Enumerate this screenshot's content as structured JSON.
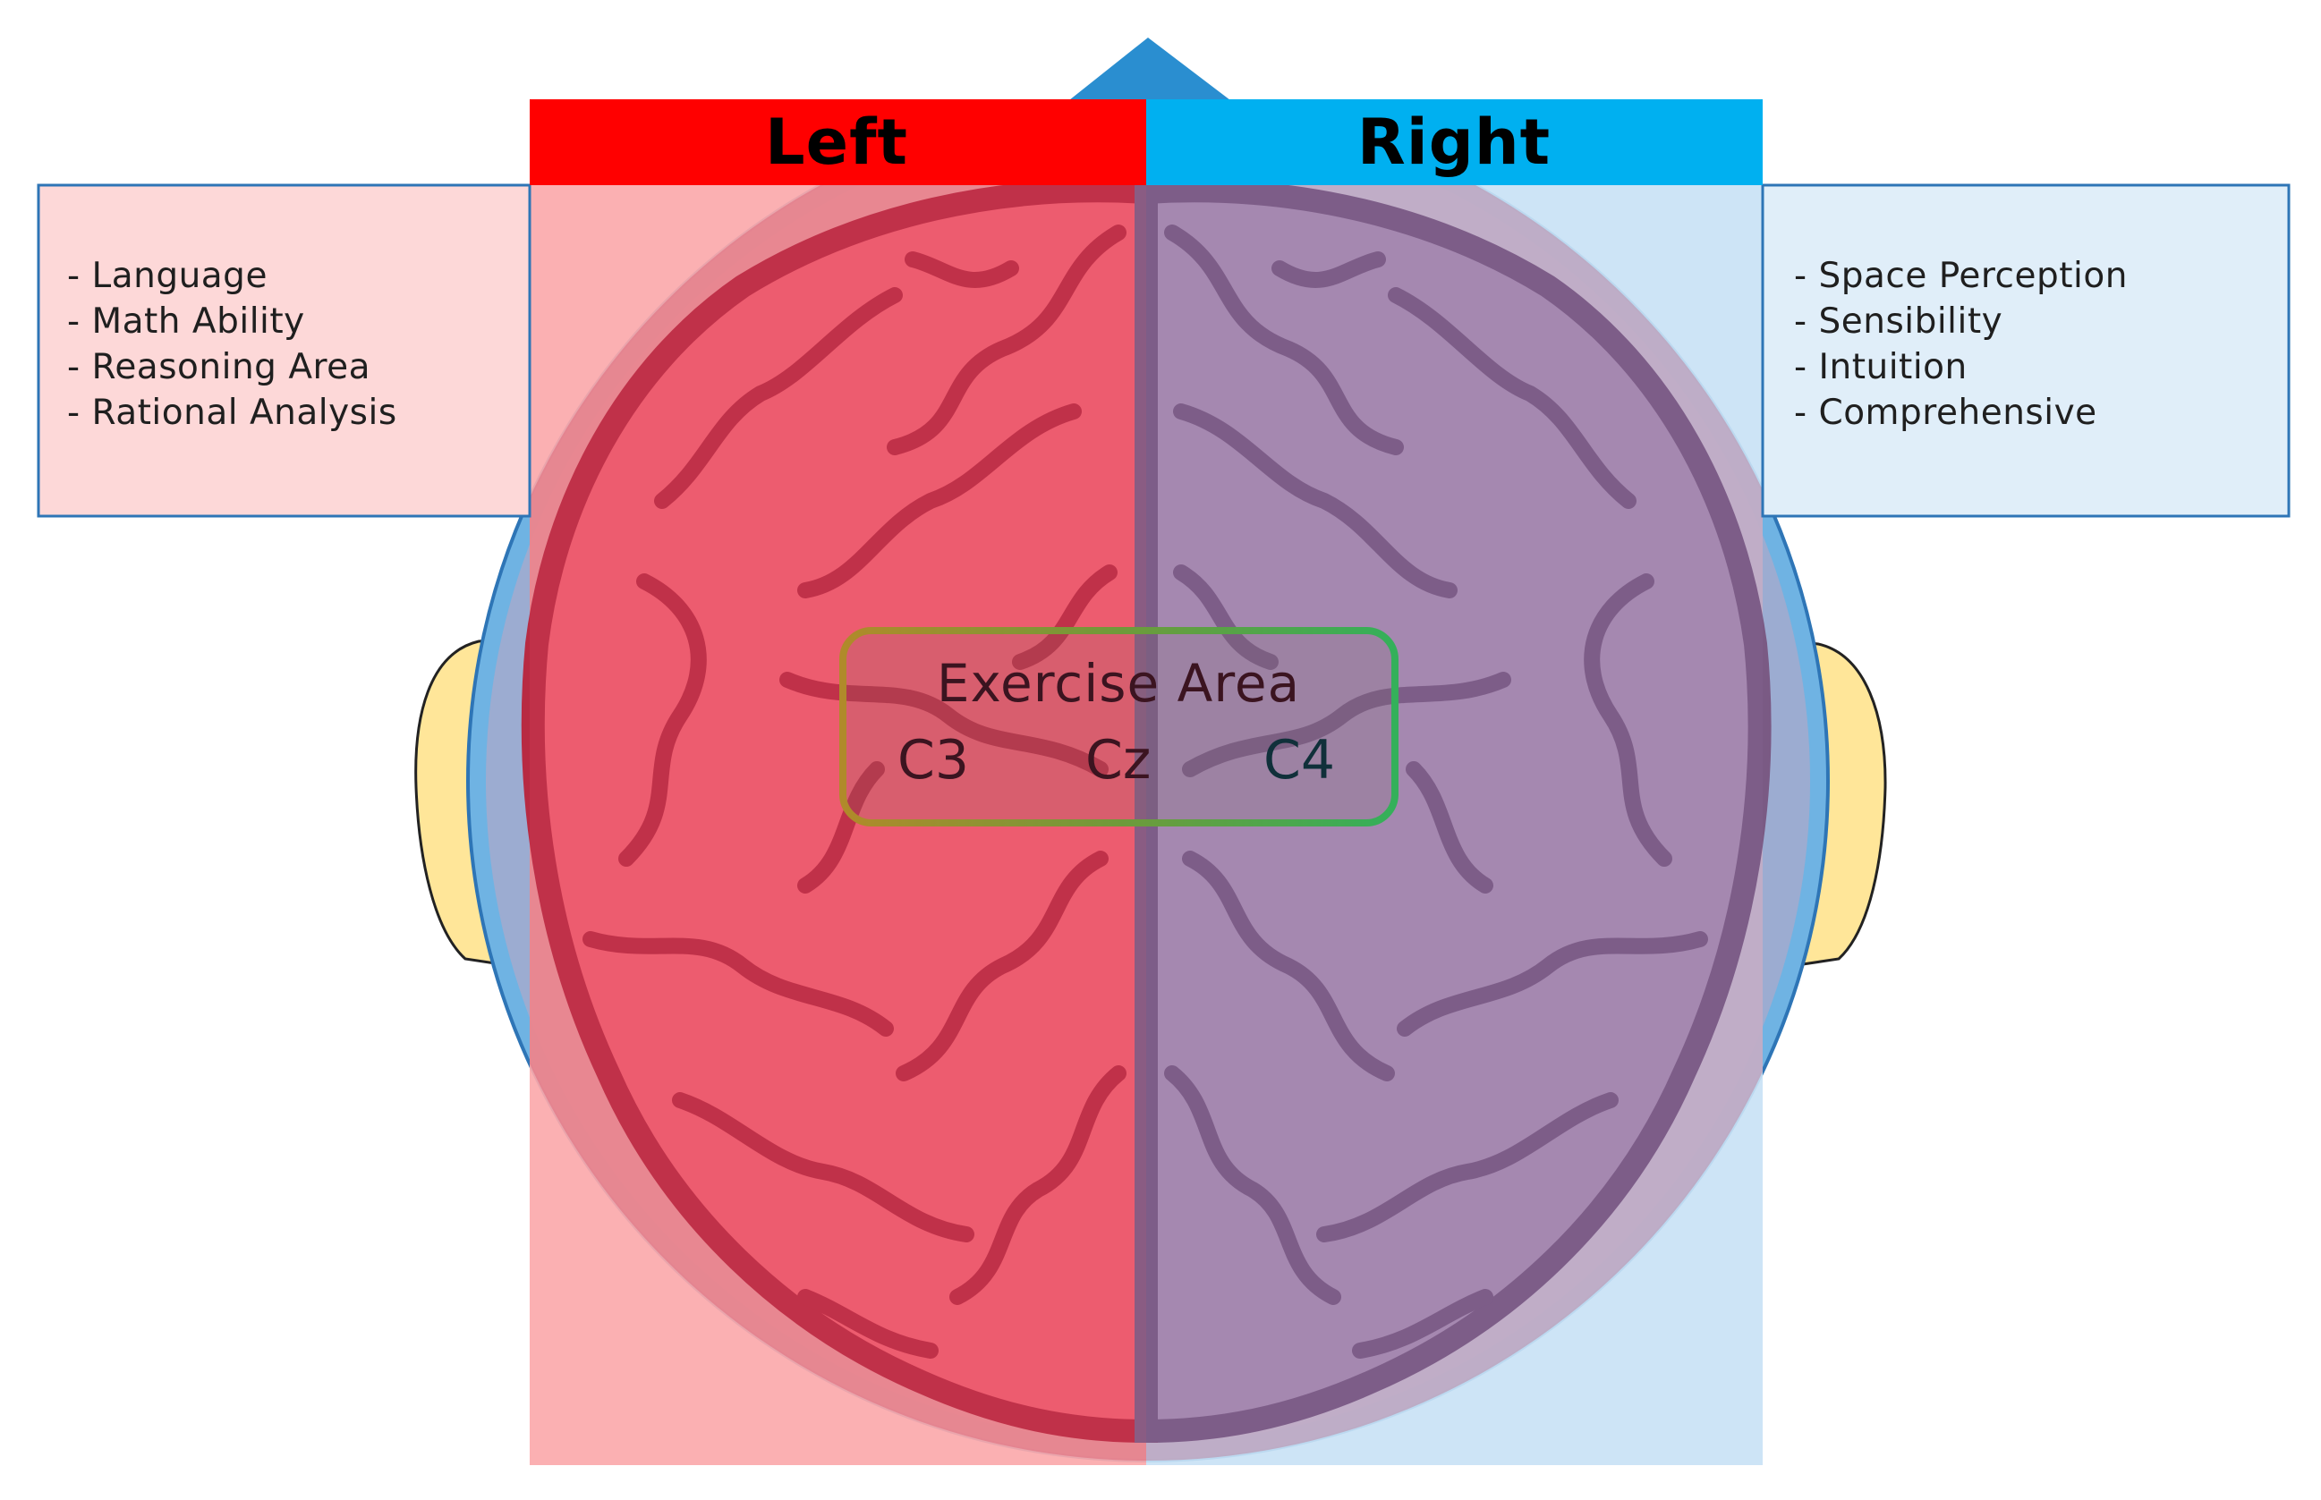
{
  "headers": {
    "left": "Left",
    "right": "Right"
  },
  "left_functions": [
    "- Language",
    "- Math Ability",
    "- Reasoning Area",
    "- Rational Analysis"
  ],
  "right_functions": [
    "- Space Perception",
    "- Sensibility",
    "- Intuition",
    "- Comprehensive"
  ],
  "exercise_area": {
    "title": "Exercise Area",
    "electrodes": [
      "C3",
      "Cz",
      "C4"
    ]
  },
  "colors": {
    "left_header": "#ff0000",
    "right_header": "#00b0f0",
    "left_box_fill": "#fdd8d8",
    "right_box_fill": "#e0eef9",
    "box_border": "#2e75b6",
    "head_outline": "#5ea9df",
    "ears": "#ffe699",
    "nose": "#2a8ed0",
    "brain_left": "#eb5a6e",
    "brain_right": "#a68ab0",
    "exercise_border": "#3cb060"
  }
}
